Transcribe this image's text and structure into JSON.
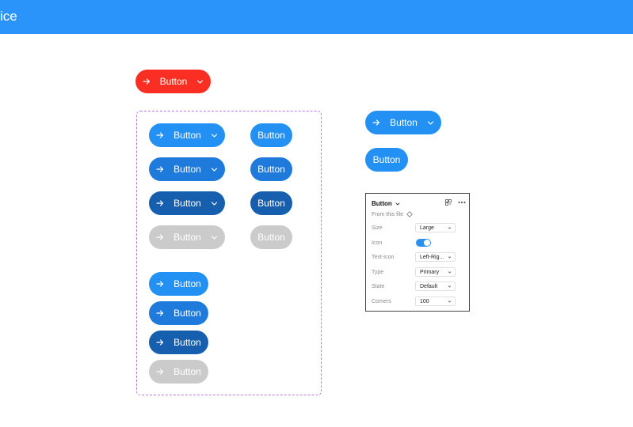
{
  "header": {
    "title": "ice",
    "color": "#2b94fb"
  },
  "main_button": {
    "label": "Button",
    "color": "#fa2e22"
  },
  "variants": {
    "icon_chevron": [
      {
        "label": "Button",
        "state": "default",
        "color": "#2391f4"
      },
      {
        "label": "Button",
        "state": "hover",
        "color": "#1e7bdc"
      },
      {
        "label": "Button",
        "state": "pressed",
        "color": "#165fae"
      },
      {
        "label": "Button",
        "state": "disabled",
        "color": "#cbcbcb"
      }
    ],
    "text_only": [
      {
        "label": "Button"
      },
      {
        "label": "Button"
      },
      {
        "label": "Button"
      },
      {
        "label": "Button"
      }
    ],
    "icon_only_left": [
      {
        "label": "Button"
      },
      {
        "label": "Button"
      },
      {
        "label": "Button"
      },
      {
        "label": "Button"
      }
    ]
  },
  "instances": {
    "icon_button": {
      "label": "Button"
    },
    "text_button": {
      "label": "Button"
    }
  },
  "properties_panel": {
    "title": "Button",
    "source": "From this file",
    "props": [
      {
        "label": "Size",
        "value": "Large"
      },
      {
        "label": "Icon",
        "toggle": true
      },
      {
        "label": "Text-Icon",
        "value": "Left-Rig..."
      },
      {
        "label": "Type",
        "value": "Primary"
      },
      {
        "label": "State",
        "value": "Default"
      },
      {
        "label": "Corners",
        "value": "100"
      }
    ]
  },
  "icons": {
    "arrow": "arrow-right-icon",
    "chevron": "chevron-down-icon",
    "component": "component-diamond-icon",
    "more": "more-horizontal-icon",
    "grid": "instance-grid-icon"
  }
}
